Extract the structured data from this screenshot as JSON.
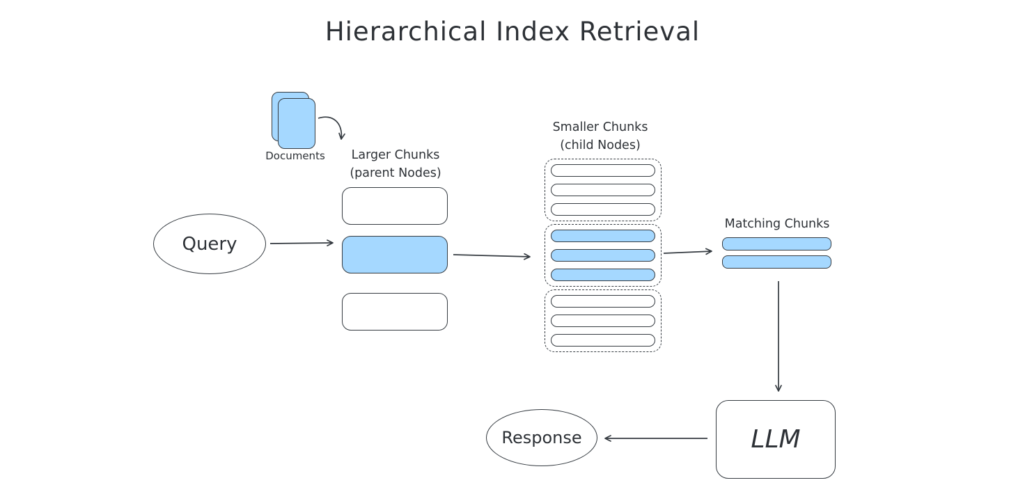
{
  "title": "Hierarchical Index Retrieval",
  "colors": {
    "chunk_fill": "#a5d8ff",
    "stroke": "#343a40",
    "text": "#2d3136",
    "background": "#ffffff"
  },
  "nodes": {
    "documents": {
      "label": "Documents",
      "icon": "documents-icon"
    },
    "query": {
      "label": "Query"
    },
    "larger_chunks": {
      "label_line1": "Larger Chunks",
      "label_line2": "(parent Nodes)",
      "boxes": [
        "white",
        "blue",
        "white"
      ]
    },
    "smaller_chunks": {
      "label_line1": "Smaller Chunks",
      "label_line2": "(child Nodes)",
      "groups": [
        {
          "bars": [
            "white",
            "white",
            "white"
          ]
        },
        {
          "bars": [
            "blue",
            "blue",
            "blue"
          ]
        },
        {
          "bars": [
            "white",
            "white",
            "white"
          ]
        }
      ]
    },
    "matching_chunks": {
      "label": "Matching Chunks",
      "bars": [
        "blue",
        "blue"
      ]
    },
    "llm": {
      "label": "LLM"
    },
    "response": {
      "label": "Response"
    }
  },
  "flow": [
    "documents -> larger_chunks",
    "query -> larger_chunks",
    "larger_chunks(selected) -> smaller_chunks(middle group)",
    "smaller_chunks(middle group) -> matching_chunks",
    "matching_chunks -> llm",
    "llm -> response"
  ]
}
